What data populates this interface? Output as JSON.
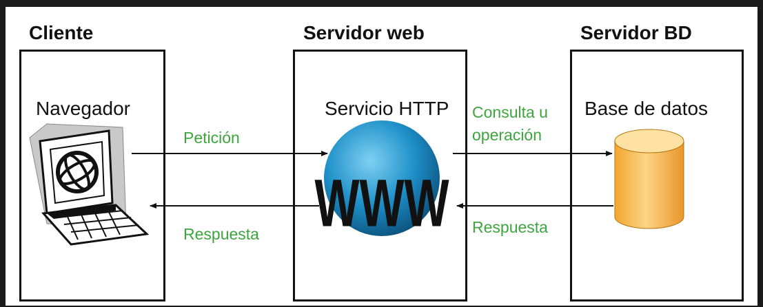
{
  "columns": {
    "client": {
      "title": "Cliente",
      "service": "Navegador"
    },
    "web": {
      "title": "Servidor web",
      "service": "Servicio HTTP",
      "globe_text": "WWW"
    },
    "db": {
      "title": "Servidor BD",
      "service": "Base de datos"
    }
  },
  "arrows": {
    "request": "Petición",
    "response_client": "Respuesta",
    "query_line1": "Consulta u",
    "query_line2": "operación",
    "response_db": "Respuesta"
  },
  "colors": {
    "label_green": "#3ea53e",
    "globe_blue": "#1e90c8",
    "cylinder_orange": "#f6b94a",
    "border": "#111111"
  }
}
